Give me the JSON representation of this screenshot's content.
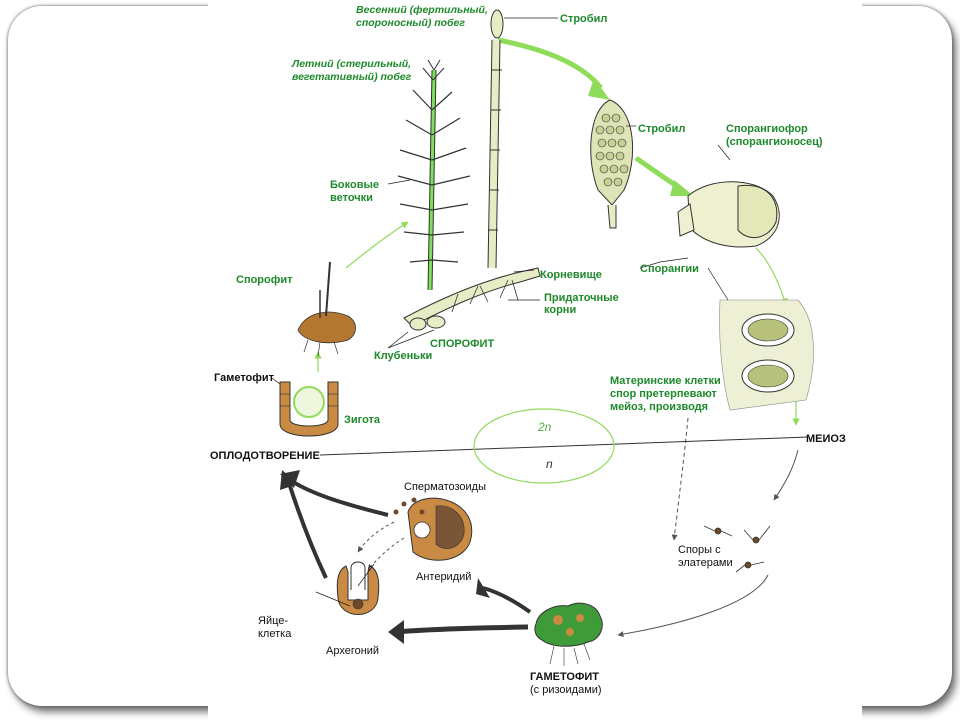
{
  "colors": {
    "label_green": "#1e8a2c",
    "arrow_green": "#8fdc5a",
    "gametophyte_brown": "#c98a43",
    "stem_cream": "#e8ecc4"
  },
  "labels": {
    "spring_shoot_l1": "Весенний (фертильный,",
    "spring_shoot_l2": "спороносный) побег",
    "strobil_top": "Стробил",
    "summer_shoot_l1": "Летний (стерильный,",
    "summer_shoot_l2": "вегетативный) побег",
    "strobil_mid": "Стробил",
    "sporangiophore_l1": "Спорангиофор",
    "sporangiophore_l2": "(спорангионосец)",
    "side_branches_l1": "Боковые",
    "side_branches_l2": "веточки",
    "sporophyte_small": "Спорофит",
    "sporangia": "Спорангии",
    "rhizome": "Корневище",
    "adventitious_l1": "Придаточные",
    "adventitious_l2": "корни",
    "sporophyte_caps": "СПОРОФИТ",
    "tubers": "Клубеньки",
    "gametophyte_top": "Гаметофит",
    "zygote": "Зигота",
    "mother_cells_l1": "Материнские клетки",
    "mother_cells_l2": "спор претерпевают",
    "mother_cells_l3": "мейоз, производя",
    "ploidy_2n": "2n",
    "ploidy_n": "n",
    "fertilization": "ОПЛОДОТВОРЕНИЕ",
    "meiosis": "МЕИОЗ",
    "spermatozoids": "Сперматозоиды",
    "antheridium": "Антеридий",
    "spores_l1": "Споры с",
    "spores_l2": "элатерами",
    "egg_l1": "Яйце-",
    "egg_l2": "клетка",
    "archegonium": "Архегоний",
    "gametophyte_caps_l1": "ГАМЕТОФИТ",
    "gametophyte_caps_l2": "(с ризоидами)"
  }
}
